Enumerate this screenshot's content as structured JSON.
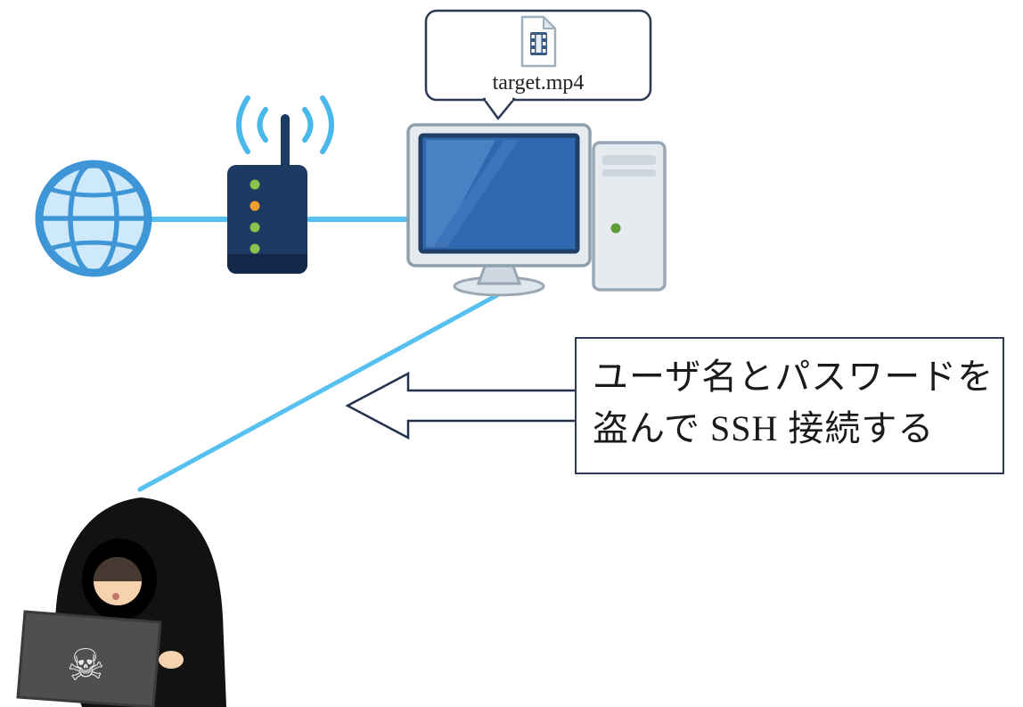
{
  "bubble": {
    "filename": "target.mp4"
  },
  "callout": {
    "line1": "ユーザ名とパスワードを",
    "line2": "盗んで SSH 接続する"
  },
  "icons": {
    "globe": "internet globe",
    "router": "wireless router with wifi waves",
    "computer": "desktop computer with tower",
    "video_file": "video file document",
    "hacker": "hooded hacker with laptop",
    "skull": "skull and crossbones",
    "arrow": "hollow left-pointing block arrow"
  },
  "colors": {
    "connection_line": "#56c0f0",
    "outline_navy": "#2e3a52",
    "globe_fill": "#cde9fb",
    "globe_stroke": "#3f96d6",
    "router_body": "#1d3a63",
    "led_green": "#8bc34a",
    "led_orange": "#f0a030",
    "screen_blue": "#3068b0",
    "chassis_gray": "#e6ebf0",
    "hoodie_black": "#121212",
    "laptop_gray": "#4f4f4f"
  }
}
